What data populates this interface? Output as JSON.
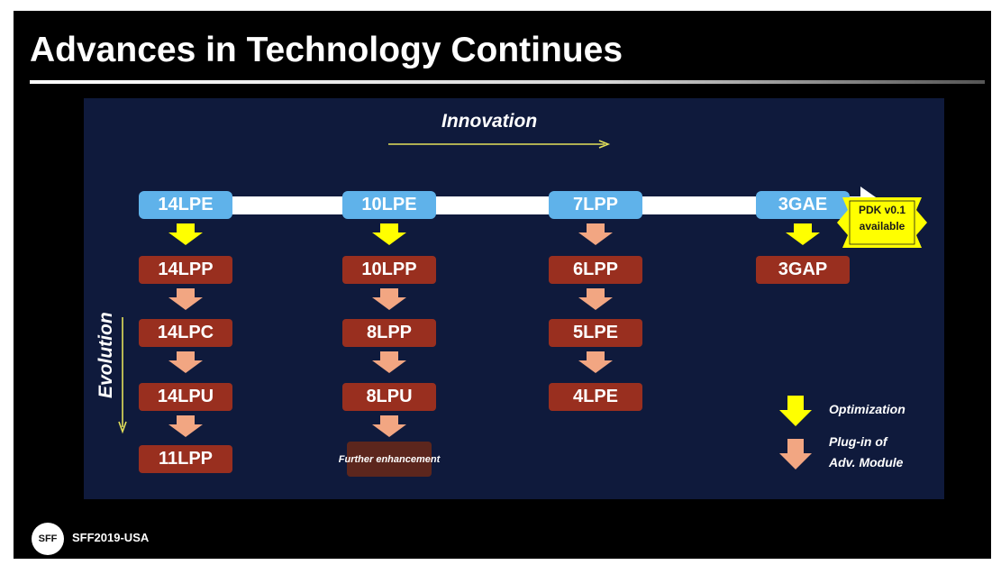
{
  "title": "Advances in Technology Continues",
  "innovation_label": "Innovation",
  "evolution_label": "Evolution",
  "columns": [
    {
      "top": "14LPE",
      "steps": [
        {
          "arrow": "optimization",
          "label": "14LPP"
        },
        {
          "arrow": "plug-in",
          "label": "14LPC"
        },
        {
          "arrow": "plug-in",
          "label": "14LPU"
        },
        {
          "arrow": "plug-in",
          "label": "11LPP"
        }
      ]
    },
    {
      "top": "10LPE",
      "steps": [
        {
          "arrow": "optimization",
          "label": "10LPP"
        },
        {
          "arrow": "plug-in",
          "label": "8LPP"
        },
        {
          "arrow": "plug-in",
          "label": "8LPU"
        },
        {
          "arrow": "plug-in",
          "label": "Further enhancement"
        }
      ]
    },
    {
      "top": "7LPP",
      "steps": [
        {
          "arrow": "plug-in",
          "label": "6LPP"
        },
        {
          "arrow": "plug-in",
          "label": "5LPE"
        },
        {
          "arrow": "plug-in",
          "label": "4LPE"
        }
      ]
    },
    {
      "top": "3GAE",
      "steps": [
        {
          "arrow": "optimization",
          "label": "3GAP"
        }
      ]
    }
  ],
  "badge": {
    "line1": "PDK v0.1",
    "line2": "available"
  },
  "legend": {
    "optimization": "Optimization",
    "plugin_line1": "Plug-in of",
    "plugin_line2": "Adv. Module"
  },
  "footer": {
    "logo": "SFF",
    "event": "SFF2019-USA"
  },
  "colors": {
    "background": "#000000",
    "panel": "#0f1a3c",
    "top_node": "#5fb2ea",
    "evolution_node": "#992f1f",
    "optimization_arrow": "#ffff00",
    "plugin_arrow": "#f2a682",
    "badge": "#ffff00"
  }
}
